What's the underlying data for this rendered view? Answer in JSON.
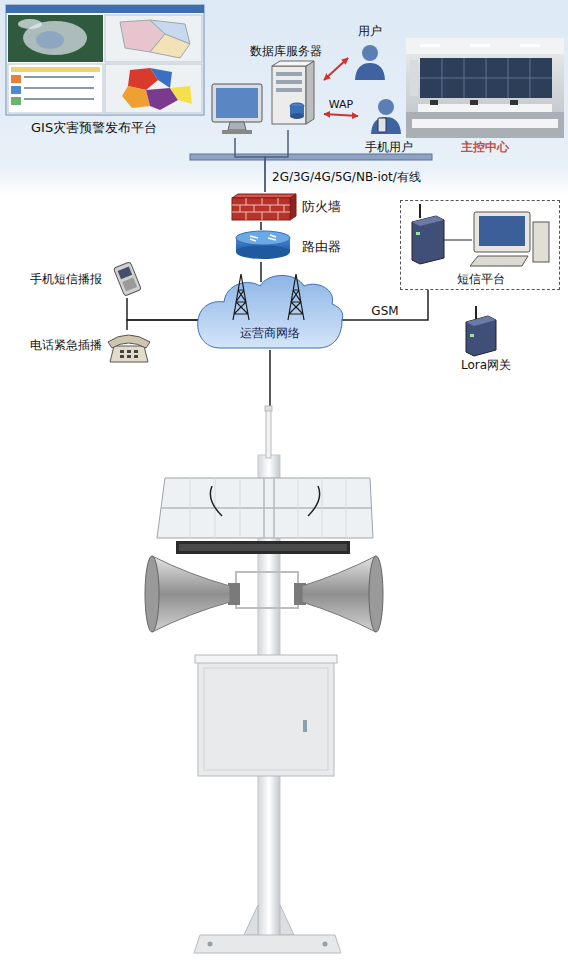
{
  "diagram": {
    "nodes": [
      {
        "text": [
          "GIS灾害预警发布平台"
        ]
      },
      {
        "text": [
          "数据库服务器"
        ]
      },
      {
        "text": [
          "用户"
        ]
      },
      {
        "text": [
          "手机用户"
        ]
      },
      {
        "text": [
          "主控中心"
        ]
      },
      {
        "text": [
          "防火墙"
        ]
      },
      {
        "text": [
          "路由器"
        ]
      },
      {
        "text": [
          "手机短信播报"
        ]
      },
      {
        "text": [
          "电话紧急插播"
        ]
      },
      {
        "text": [
          "运营商网络"
        ]
      },
      {
        "text": [
          "短信平台"
        ]
      },
      {
        "text": [
          "Lora网关"
        ]
      }
    ],
    "edges": [
      {
        "from": 1,
        "to": 2,
        "arrow": "both"
      },
      {
        "from": 1,
        "to": 3,
        "label": "WAP",
        "arrow": "both"
      },
      {
        "from": 0,
        "to": 5,
        "arrow": "none"
      },
      {
        "from": 1,
        "to": 5,
        "arrow": "none"
      },
      {
        "from": 5,
        "to": 6,
        "arrow": "none"
      },
      {
        "from": 6,
        "to": 9,
        "arrow": "none"
      },
      {
        "from": 9,
        "to": 7,
        "arrow": "none"
      },
      {
        "from": 9,
        "to": 8,
        "arrow": "none"
      },
      {
        "from": 9,
        "to": 10,
        "label": "GSM",
        "arrow": "none"
      }
    ],
    "labels": [
      "2G/3G/4G/5G/NB-iot/有线"
    ]
  }
}
